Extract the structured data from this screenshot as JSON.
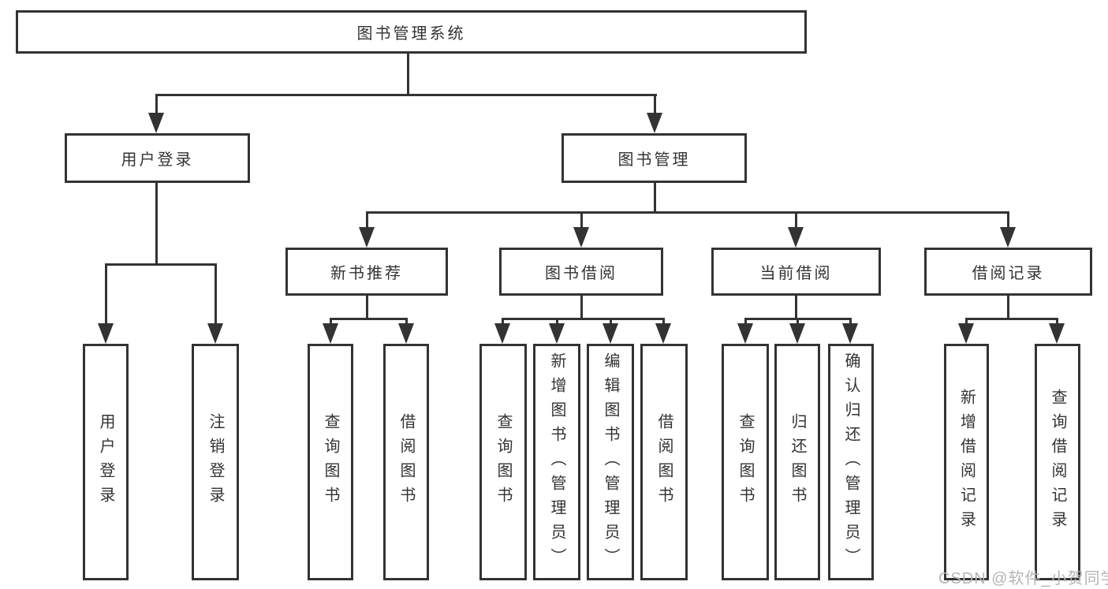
{
  "title": "图书管理系统",
  "branches": {
    "user_login": {
      "label": "用户登录",
      "children": [
        "用户登录",
        "注销登录"
      ]
    },
    "book_management": {
      "label": "图书管理",
      "children": {
        "new_book_recommend": {
          "label": "新书推荐",
          "children": [
            "查询图书",
            "借阅图书"
          ]
        },
        "book_borrow": {
          "label": "图书借阅",
          "children": [
            "查询图书",
            "新增图书（管理员）",
            "编辑图书（管理员）",
            "借阅图书"
          ]
        },
        "current_borrow": {
          "label": "当前借阅",
          "children": [
            "查询图书",
            "归还图书",
            "确认归还（管理员）"
          ]
        },
        "borrow_record": {
          "label": "借阅记录",
          "children": [
            "新增借阅记录",
            "查询借阅记录"
          ]
        }
      }
    }
  },
  "watermark": "CSDN @软件_小贺同学",
  "colors": {
    "line": "#333333",
    "text": "#333333",
    "watermark": "#b5b5b5",
    "background": "#ffffff"
  }
}
